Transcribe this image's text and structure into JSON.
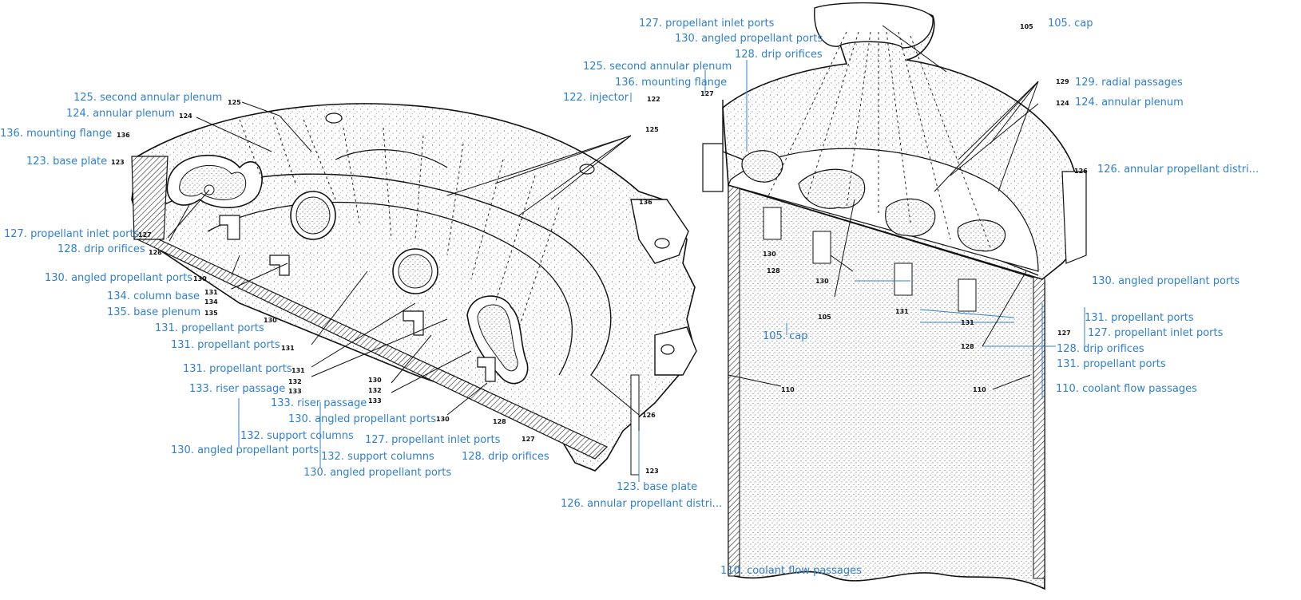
{
  "colors": {
    "label": "#2f7fd0",
    "leader": "#2f7fd0",
    "ink": "#111111",
    "stipple": "#8a8a8a"
  },
  "left_figure": {
    "labels": [
      "125. second annular plenum",
      "124. annular plenum",
      "136. mounting flange",
      "123. base plate",
      "127. propellant inlet ports",
      "128. drip orifices",
      "130. angled propellant ports",
      "134. column base",
      "135. base plenum",
      "131. propellant ports",
      "131. propellant ports",
      "131. propellant ports",
      "133. riser passage",
      "132. support columns",
      "130. angled propellant ports",
      "133. riser passage",
      "130. angled propellant ports",
      "127. propellant inlet ports",
      "132. support columns",
      "128. drip orifices",
      "130. angled propellant ports",
      "125. second annular plenum",
      "136. mounting flange",
      "122. injector",
      "123. base plate",
      "126. annular propellant distri..."
    ],
    "numbers": [
      "125",
      "124",
      "136",
      "123",
      "127",
      "128",
      "130",
      "131",
      "134",
      "135",
      "130",
      "131",
      "131",
      "132",
      "133",
      "130",
      "132",
      "133",
      "130",
      "128",
      "127",
      "126",
      "123",
      "122",
      "125",
      "136"
    ]
  },
  "right_figure": {
    "labels": [
      "127. propellant inlet ports",
      "130. angled propellant ports",
      "128. drip orifices",
      "105. cap",
      "129. radial passages",
      "124. annular plenum",
      "126. annular propellant distri...",
      "130. angled propellant ports",
      "105. cap",
      "131. propellant ports",
      "127. propellant inlet ports",
      "128. drip orifices",
      "131. propellant ports",
      "110. coolant flow passages",
      "110. coolant flow passages"
    ],
    "numbers": [
      "105",
      "127",
      "129",
      "124",
      "126",
      "130",
      "128",
      "130",
      "105",
      "131",
      "131",
      "127",
      "128",
      "110",
      "110"
    ]
  }
}
